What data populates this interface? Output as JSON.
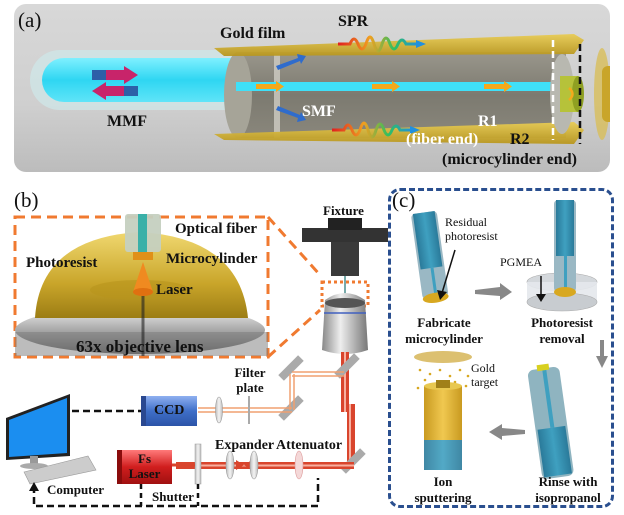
{
  "panel_a": {
    "tag": "(a)",
    "labels": {
      "gold_film": "Gold film",
      "spr": "SPR",
      "smf": "SMF",
      "mmf": "MMF",
      "r1": "R1",
      "fiber_end": "(fiber end)",
      "r2": "R2",
      "microcylinder_end": "(microcylinder end)"
    }
  },
  "panel_b": {
    "tag": "(b)",
    "inset": {
      "optical_fiber": "Optical fiber",
      "photoresist": "Photoresist",
      "microcylinder": "Microcylinder",
      "laser": "Laser",
      "objective": "63x objective lens"
    },
    "labels": {
      "fixture": "Fixture",
      "filter_plate_1": "Filter",
      "filter_plate_2": "plate",
      "ccd": "CCD",
      "fs_1": "Fs",
      "fs_2": "Laser",
      "expander": "Expander",
      "attenuator": "Attenuator",
      "computer": "Computer",
      "shutter": "Shutter"
    }
  },
  "panel_c": {
    "tag": "(c)",
    "labels": {
      "residual_1": "Residual",
      "residual_2": "photoresist",
      "pgmea": "PGMEA",
      "gold_1": "Gold",
      "gold_2": "target"
    },
    "steps": [
      {
        "line1": "Fabricate",
        "line2": "microcylinder"
      },
      {
        "line1": "Photoresist",
        "line2": "removal"
      },
      {
        "line1": "Rinse with",
        "line2": "isopropanol"
      },
      {
        "line1": "Ion",
        "line2": "sputtering"
      }
    ]
  },
  "colors": {
    "gold": "#d4b233",
    "cyan": "#3fd8f0",
    "orange_dash": "#f07a30",
    "navy_dash": "#2a4f8f",
    "laser_red": "#d9452d",
    "ccd_blue": "#3f6fc8",
    "fs_red": "#c81e1e"
  }
}
